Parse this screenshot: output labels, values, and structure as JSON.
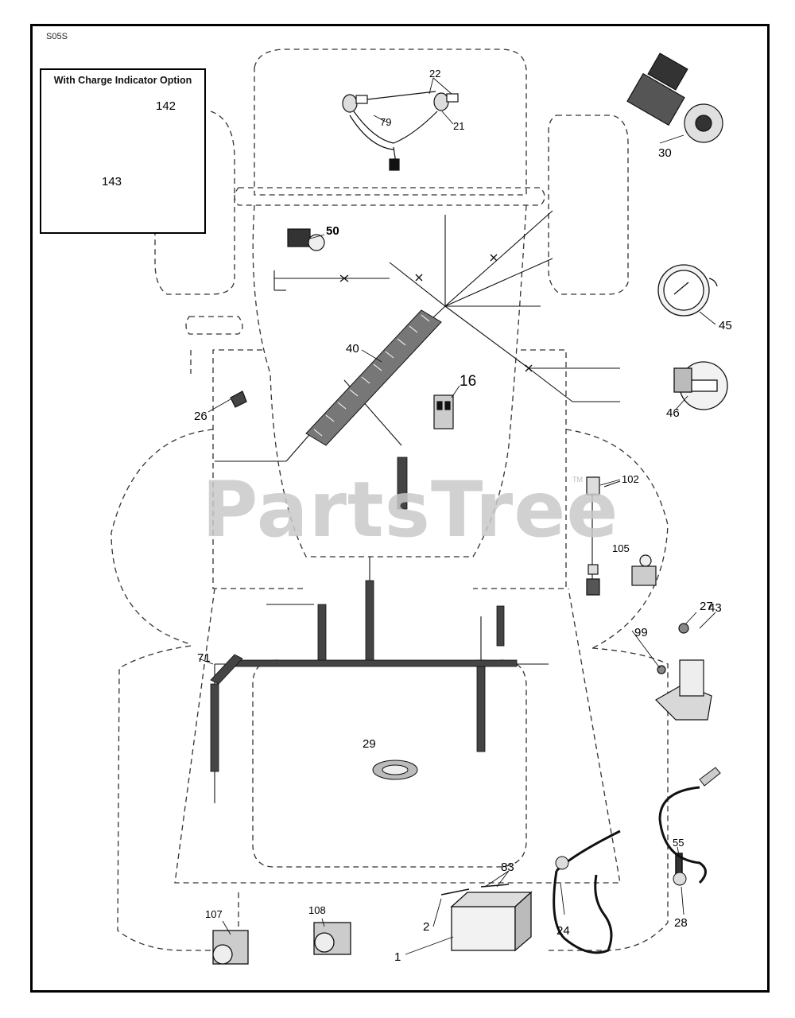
{
  "drawing_code": "S05S",
  "inset": {
    "title": "With Charge Indicator Option"
  },
  "watermark": "PartsTree",
  "watermark_mark": "TM",
  "callouts": {
    "p142": "142",
    "p143": "143",
    "p22": "22",
    "p21": "21",
    "p79": "79",
    "p30": "30",
    "p50": "50",
    "p45": "45",
    "p46": "46",
    "p40": "40",
    "p16": "16",
    "p26": "26",
    "p102": "102",
    "p105": "105",
    "p27": "27",
    "p43": "43",
    "p99": "99",
    "p71": "71",
    "p29": "29",
    "p83": "83",
    "p55": "55",
    "p2": "2",
    "p24": "24",
    "p28": "28",
    "p1": "1",
    "p107": "107",
    "p108": "108"
  }
}
